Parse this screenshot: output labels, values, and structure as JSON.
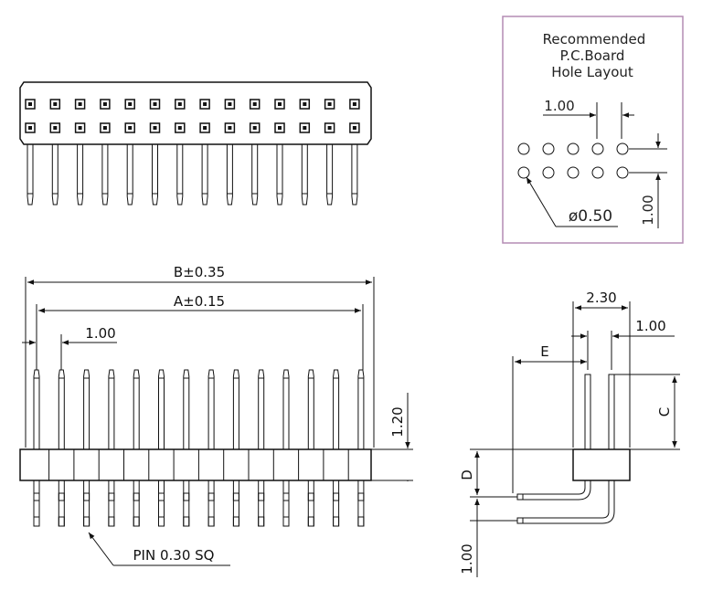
{
  "hole_layout_panel": {
    "title_lines": [
      "Recommended",
      "P.C.Board",
      "Hole Layout"
    ],
    "pitch_label": "1.00",
    "row_pitch_label": "1.00",
    "hole_diameter_label": "ø0.50",
    "border_color": "#b48cb4"
  },
  "front_view": {
    "dim_b_label": "B±0.35",
    "dim_a_label": "A±0.15",
    "pitch_label": "1.00",
    "height_label": "1.20",
    "pin_note_label": "PIN 0.30 SQ",
    "pin_count": 14
  },
  "top_view": {
    "pins_per_row": 14,
    "rows": 2
  },
  "side_view": {
    "width_label": "2.30",
    "pitch_label": "1.00",
    "dim_e_label": "E",
    "dim_c_label": "C",
    "dim_d_label": "D",
    "bottom_label": "1.00"
  }
}
